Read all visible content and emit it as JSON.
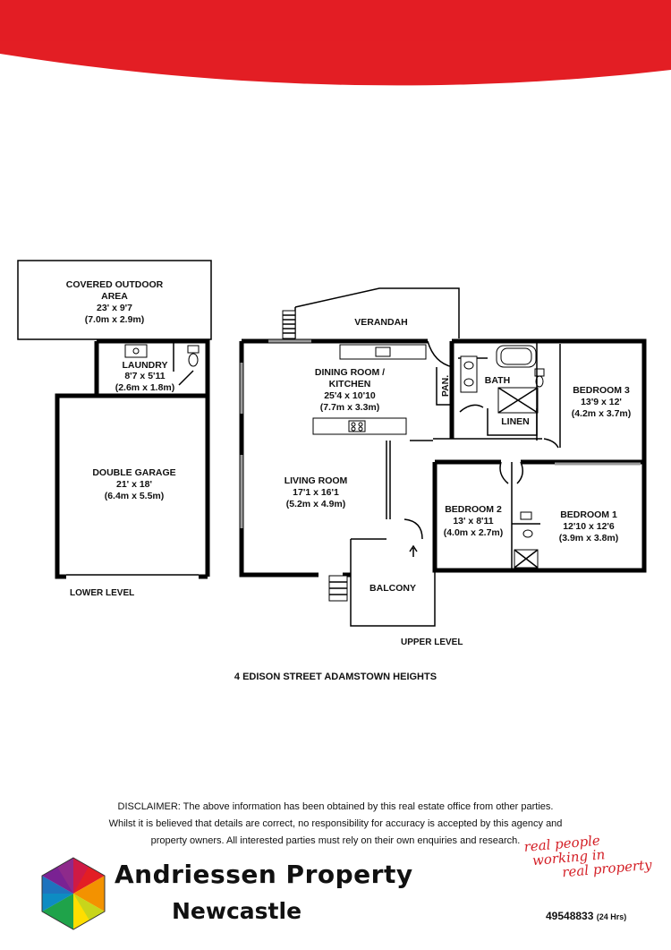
{
  "brand": {
    "colors": {
      "header_red": "#e31e24",
      "tagline_red": "#d42027",
      "wall": "#000000",
      "window": "#9a9a9a"
    },
    "name": "Andriessen Property",
    "city": "Newcastle",
    "tagline": [
      "real people",
      "working in",
      "real property"
    ],
    "phone": "49548833",
    "phone_note": "(24 Hrs)",
    "logo": "multicolour-hexagon-logo"
  },
  "rooms": {
    "covered_outdoor": {
      "name_line1": "COVERED OUTDOOR",
      "name_line2": "AREA",
      "imperial": "23' x 9'7",
      "metric": "(7.0m x 2.9m)"
    },
    "laundry": {
      "name": "LAUNDRY",
      "imperial": "8'7 x 5'11",
      "metric": "(2.6m x 1.8m)"
    },
    "double_garage": {
      "name": "DOUBLE GARAGE",
      "imperial": "21' x 18'",
      "metric": "(6.4m x 5.5m)"
    },
    "verandah": {
      "name": "VERANDAH"
    },
    "dining_kitchen": {
      "name_line1": "DINING ROOM /",
      "name_line2": "KITCHEN",
      "imperial": "25'4 x 10'10",
      "metric": "(7.7m x 3.3m)"
    },
    "pantry": {
      "name": "PAN."
    },
    "bath": {
      "name": "BATH"
    },
    "linen": {
      "name": "LINEN"
    },
    "bedroom3": {
      "name": "BEDROOM 3",
      "imperial": "13'9 x 12'",
      "metric": "(4.2m x 3.7m)"
    },
    "living_room": {
      "name": "LIVING ROOM",
      "imperial": "17'1 x 16'1",
      "metric": "(5.2m x 4.9m)"
    },
    "bedroom2": {
      "name": "BEDROOM 2",
      "imperial": "13' x 8'11",
      "metric": "(4.0m x 2.7m)"
    },
    "bedroom1": {
      "name": "BEDROOM 1",
      "imperial": "12'10 x 12'6",
      "metric": "(3.9m x 3.8m)"
    },
    "balcony": {
      "name": "BALCONY"
    }
  },
  "levels": {
    "lower": "LOWER LEVEL",
    "upper": "UPPER LEVEL"
  },
  "address": "4 EDISON STREET ADAMSTOWN HEIGHTS",
  "disclaimer": [
    "DISCLAIMER: The above information has been obtained by this real estate office from other parties.",
    "Whilst it is believed that details are correct, no responsibility for accuracy is accepted by this agency and",
    "property owners. All interested parties must rely on their own enquiries and research."
  ]
}
